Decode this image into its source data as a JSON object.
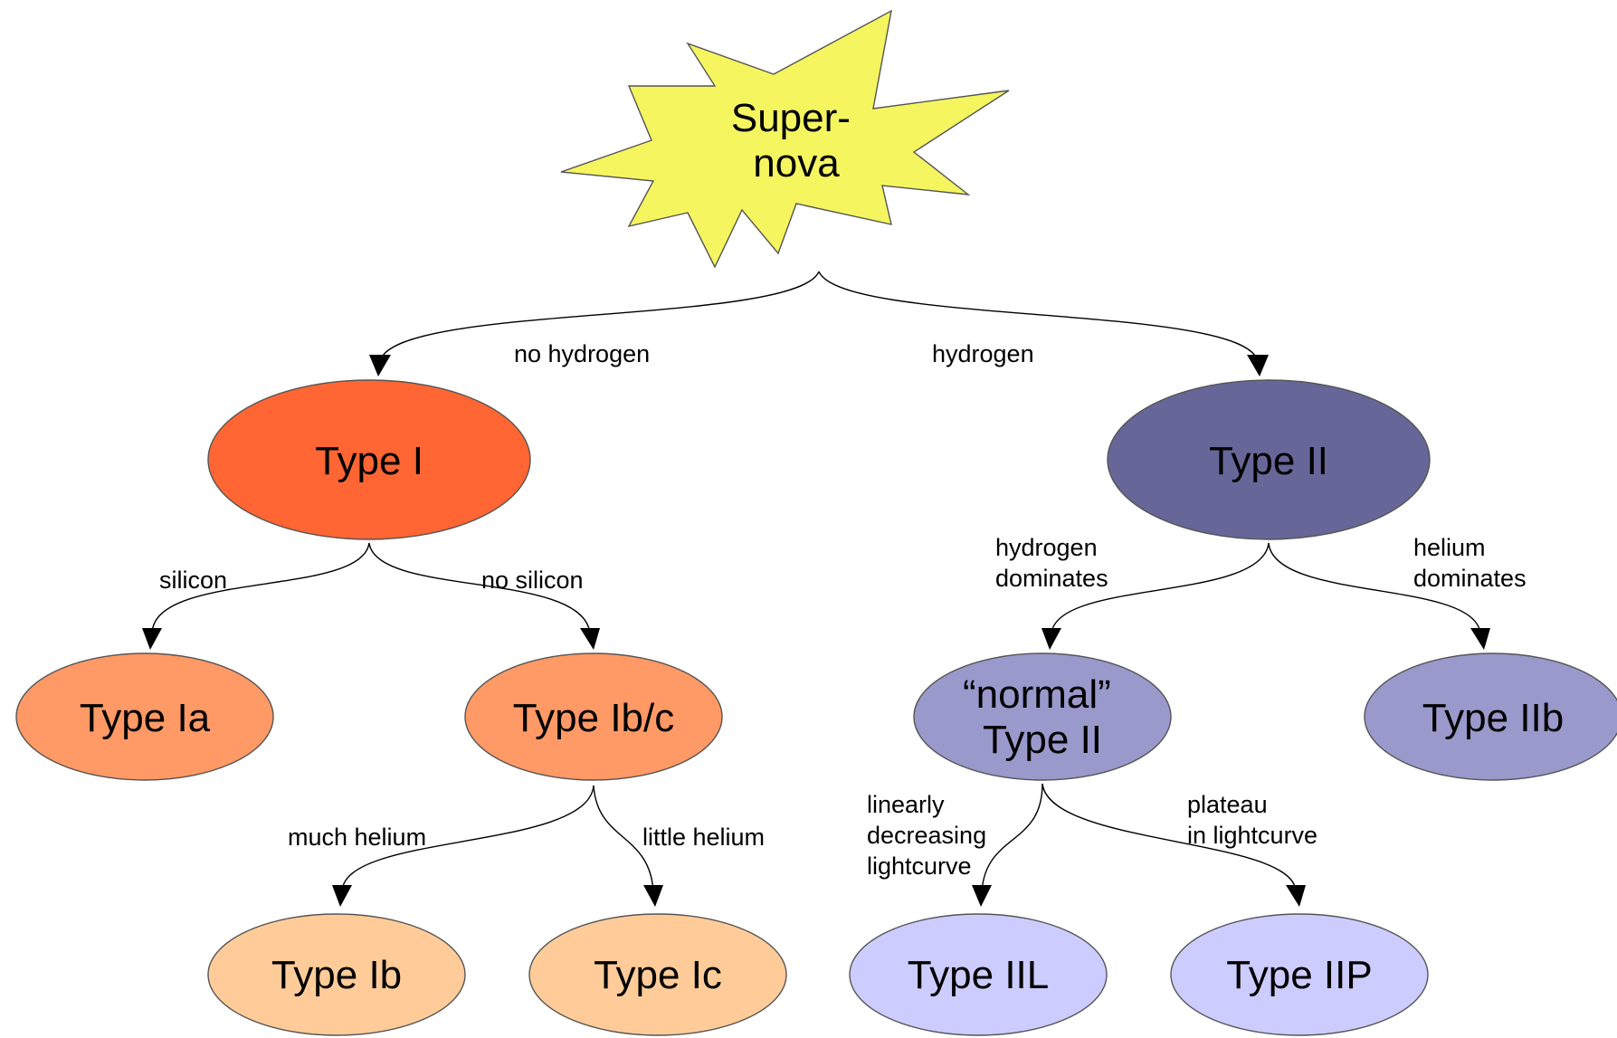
{
  "colors": {
    "star": "#f5f560",
    "type_i": "#ff6633",
    "type_i_child": "#ff9966",
    "type_i_grandchild": "#ffcc99",
    "type_ii": "#666699",
    "type_ii_child": "#9999cc",
    "type_ii_grandchild": "#ccccff"
  },
  "nodes": {
    "supernova": {
      "line1": "Super-",
      "line2": "nova",
      "icon": "star-burst"
    },
    "type_i": {
      "label": "Type I"
    },
    "type_ii": {
      "label": "Type II"
    },
    "type_ia": {
      "label": "Type Ia"
    },
    "type_ibc": {
      "label": "Type Ib/c"
    },
    "type_ib": {
      "label": "Type Ib"
    },
    "type_ic": {
      "label": "Type Ic"
    },
    "normal_type_ii": {
      "line1": "“normal”",
      "line2": "Type II"
    },
    "type_iib": {
      "label": "Type IIb"
    },
    "type_iil": {
      "label": "Type IIL"
    },
    "type_iip": {
      "label": "Type IIP"
    }
  },
  "edges": {
    "no_hydrogen": "no hydrogen",
    "hydrogen": "hydrogen",
    "silicon": "silicon",
    "no_silicon": "no silicon",
    "much_helium": "much helium",
    "little_helium": "little helium",
    "hydrogen_dominates": {
      "line1": "hydrogen",
      "line2": "dominates"
    },
    "helium_dominates": {
      "line1": "helium",
      "line2": "dominates"
    },
    "linearly_decreasing": {
      "line1": "linearly",
      "line2": "decreasing",
      "line3": "lightcurve"
    },
    "plateau": {
      "line1": "plateau",
      "line2": "in lightcurve"
    }
  }
}
